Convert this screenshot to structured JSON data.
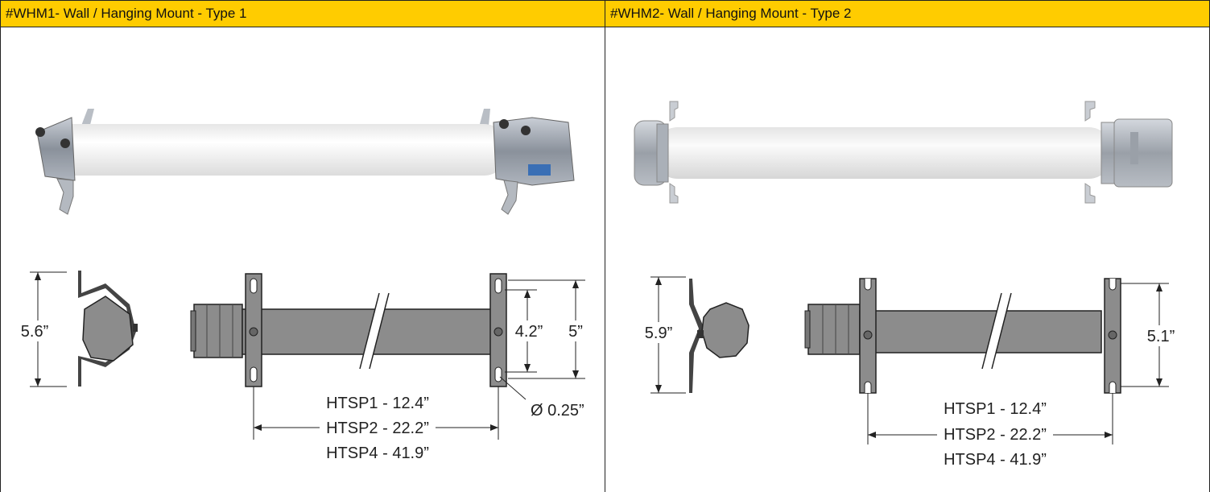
{
  "panels": [
    {
      "title": "#WHM1- Wall / Hanging Mount - Type 1",
      "dims": {
        "height": "5.6”",
        "hole_spacing": "4.2”",
        "bracket_height": "5”",
        "hole_dia": "Ø 0.25”",
        "lengths": [
          "HTSP1 - 12.4”",
          "HTSP2 - 22.2”",
          "HTSP4 - 41.9”"
        ]
      }
    },
    {
      "title": "#WHM2- Wall / Hanging Mount - Type 2",
      "dims": {
        "height": "5.9”",
        "bracket_height": "5.1”",
        "lengths": [
          "HTSP1 - 12.4”",
          "HTSP2 - 22.2”",
          "HTSP4 - 41.9”"
        ]
      }
    }
  ],
  "colors": {
    "header": "#ffcc00",
    "tube_gray": "#8c8c8c",
    "tube_white": "#f4f4f4"
  }
}
